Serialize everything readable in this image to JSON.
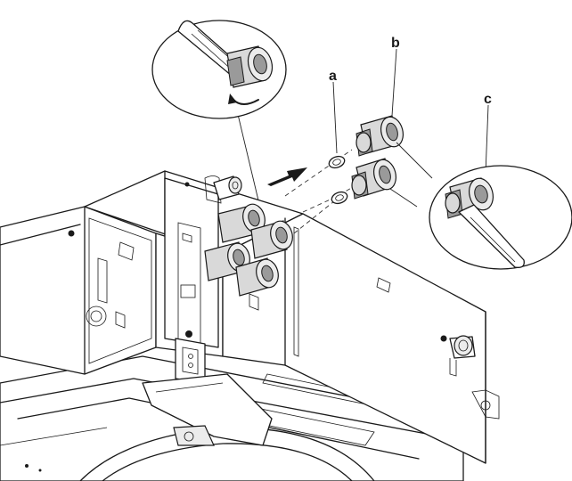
{
  "diagram": {
    "callouts": [
      {
        "id": "a",
        "label": "a"
      },
      {
        "id": "b",
        "label": "b"
      },
      {
        "id": "c",
        "label": "c"
      }
    ],
    "colors": {
      "line": "#1a1a1a",
      "fitting_fill": "#d9d9d9",
      "background": "#ffffff"
    },
    "icons": [
      "rotation-arrow-icon",
      "insertion-arrow-icon"
    ]
  }
}
